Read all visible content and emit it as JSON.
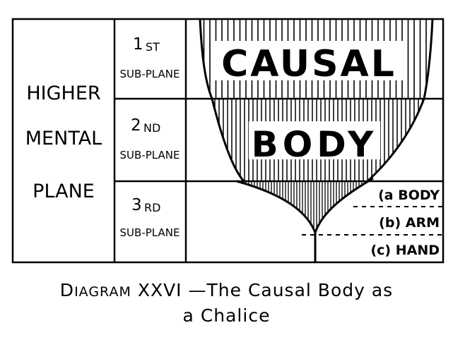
{
  "plane_label": [
    "HIGHER",
    "MENTAL",
    "PLANE"
  ],
  "subplanes": [
    {
      "num": "1",
      "suffix": "ST",
      "label": "SUB-PLANE"
    },
    {
      "num": "2",
      "suffix": "ND",
      "label": "SUB-PLANE"
    },
    {
      "num": "3",
      "suffix": "RD",
      "label": "SUB-PLANE"
    }
  ],
  "chalice_words": {
    "top": "CAUSAL",
    "middle": "BODY"
  },
  "parts": [
    "(a  BODY",
    "(b)  ARM",
    "(c)  HAND"
  ],
  "caption": {
    "first": "D",
    "smallcaps": "IAGRAM",
    "rest": " XXVI —The Causal Body as",
    "line2": "a Chalice"
  }
}
